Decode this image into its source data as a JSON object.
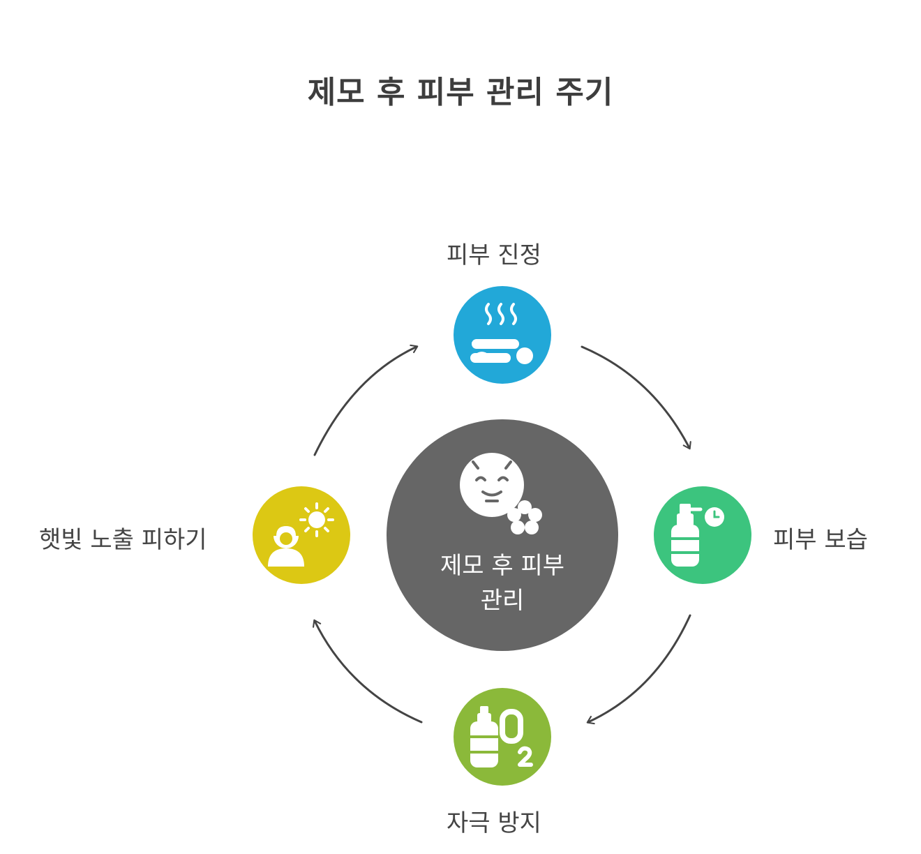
{
  "title": "제모 후 피부 관리 주기",
  "center": {
    "line1": "제모 후 피부",
    "line2": "관리",
    "color": "#666666",
    "icon": "face-flower-icon"
  },
  "nodes": [
    {
      "id": "top",
      "label": "피부 진정",
      "color": "#22a8d8",
      "icon": "steam-stones-icon"
    },
    {
      "id": "right",
      "label": "피부 보습",
      "color": "#3cc47e",
      "icon": "moisturizer-bottle-icon"
    },
    {
      "id": "bottom",
      "label": "자극 방지",
      "color": "#8bb93a",
      "icon": "oxygen-tank-icon"
    },
    {
      "id": "left",
      "label": "햇빛 노출 피하기",
      "color": "#dcc814",
      "icon": "woman-sun-icon"
    }
  ],
  "arrow_color": "#444444"
}
